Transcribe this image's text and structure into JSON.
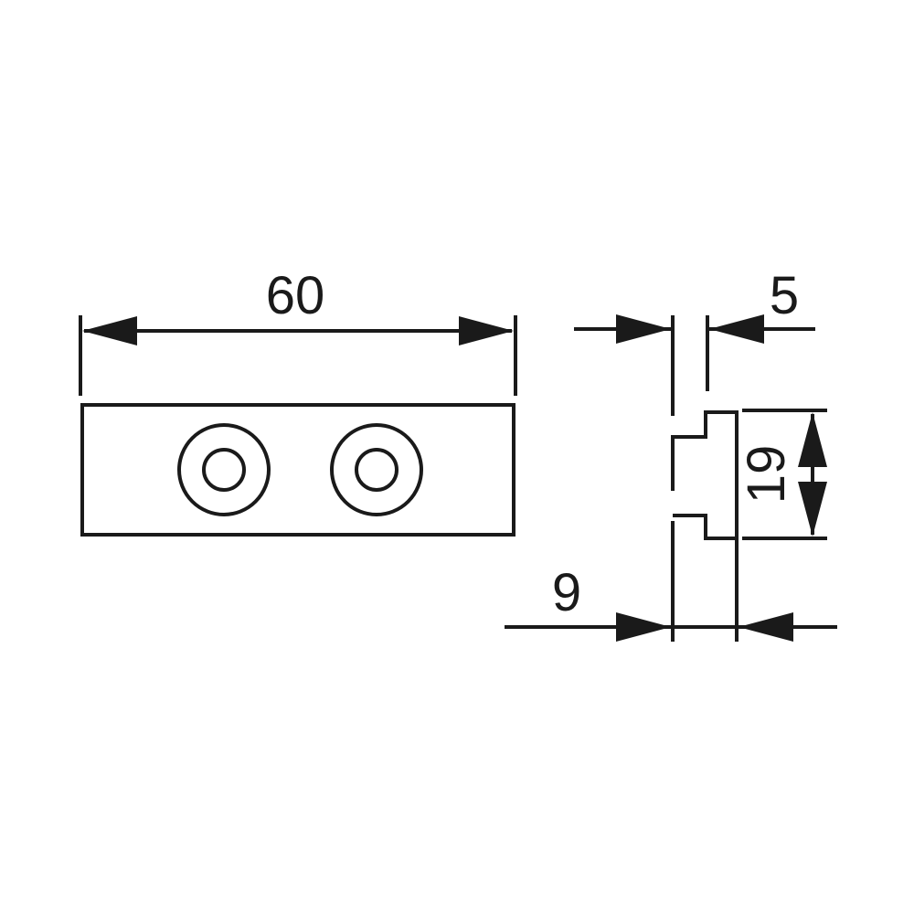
{
  "dimensions": {
    "width": "60",
    "clip_thickness": "5",
    "clip_height": "19",
    "total_depth": "9"
  },
  "colors": {
    "line": "#1a1a1a",
    "background": "#ffffff"
  }
}
